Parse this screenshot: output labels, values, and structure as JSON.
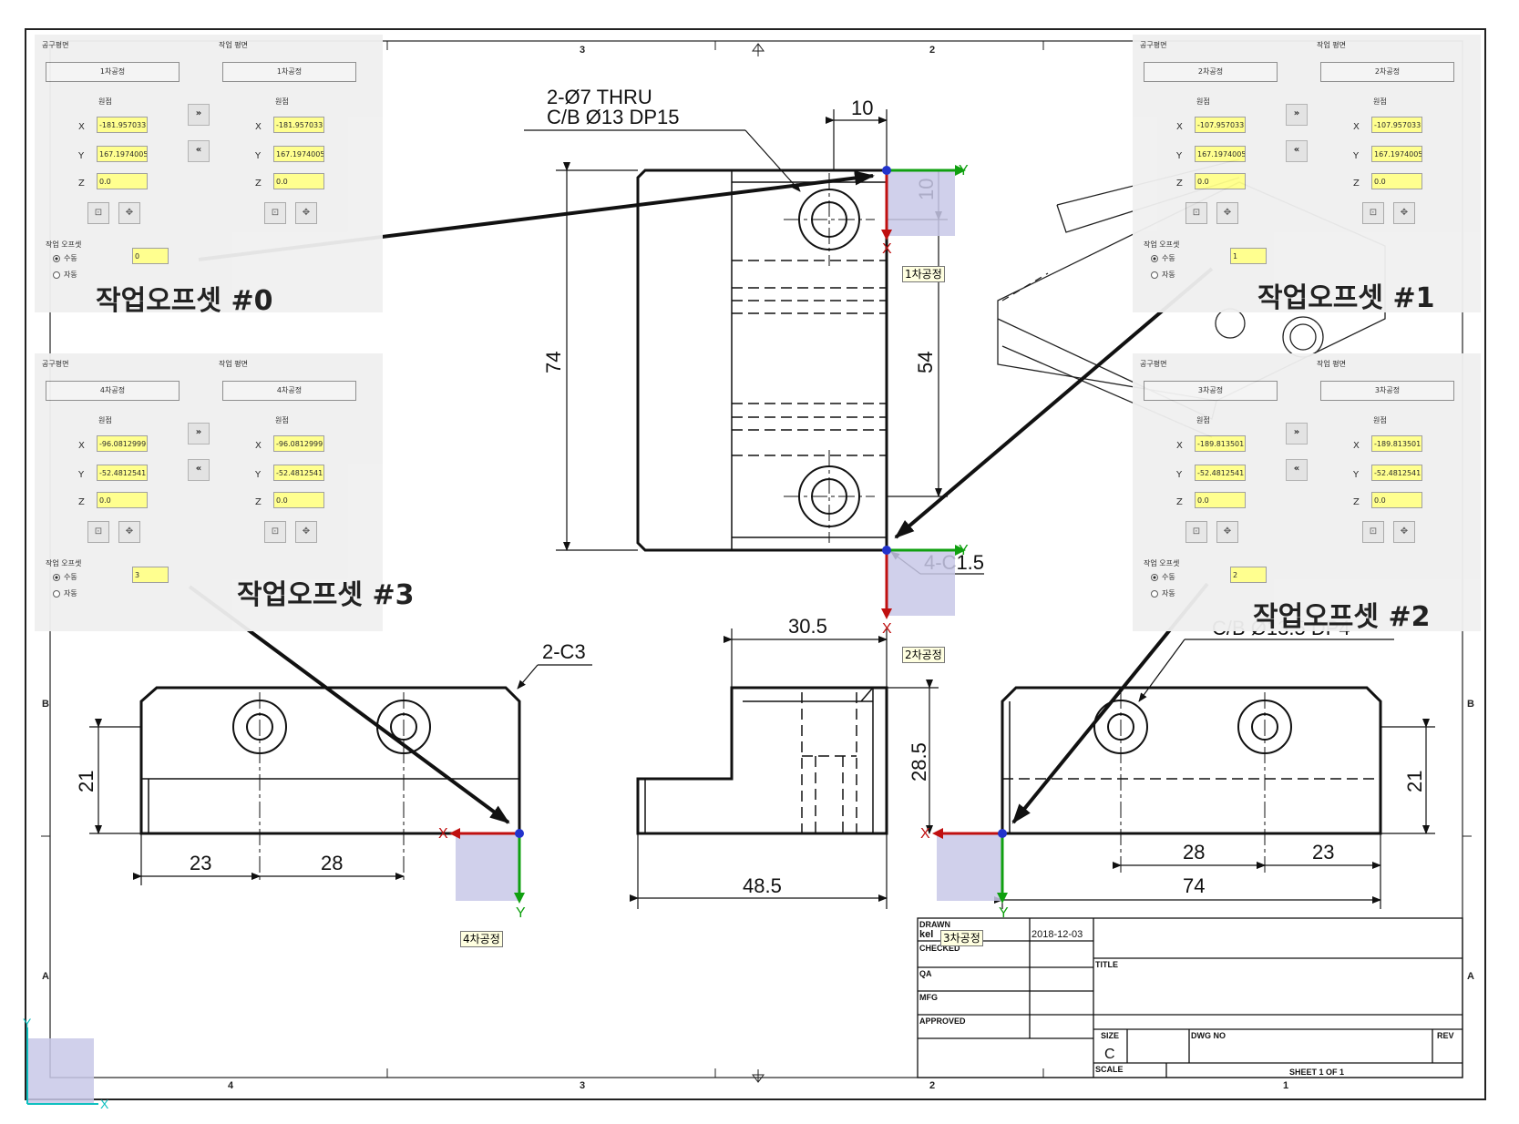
{
  "drawing": {
    "zone_numbers": {
      "top": [
        "3",
        "2"
      ],
      "bottom": [
        "4",
        "3",
        "2",
        "1"
      ]
    },
    "zone_letters": [
      "B",
      "A"
    ],
    "hole_callout": [
      "2-Ø7  THRU",
      "C/B  Ø13  DP15"
    ],
    "hole_callout_side": "C/B  Ø13.5  DP4",
    "dims": {
      "top_width": "10",
      "top_corner": "10",
      "height": "74",
      "hole_pitch": "54",
      "chamfer_corner": "4-C1.5",
      "front_chamfer": "2-C3",
      "front_height": "21",
      "front_left": "23",
      "front_mid": "28",
      "side_top": "30.5",
      "side_height": "28.5",
      "side_width": "48.5",
      "right_height": "21",
      "right_mid": "28",
      "right_end": "23",
      "right_total": "74"
    },
    "axis_x": "X",
    "axis_y": "Y",
    "process_tags": [
      "1차공정",
      "2차공정",
      "3차공정",
      "4차공정"
    ]
  },
  "title_block": {
    "drawn": "DRAWN",
    "drawn_by": "kel",
    "date": "2018-12-03",
    "checked": "CHECKED",
    "qa": "QA",
    "mfg": "MFG",
    "approved": "APPROVED",
    "title": "TITLE",
    "size": "SIZE",
    "size_value": "C",
    "dwg_no": "DWG  NO",
    "rev": "REV",
    "scale": "SCALE",
    "sheet": "SHEET  1    OF  1"
  },
  "panels_common": {
    "tool_plane": "공구평면",
    "work_plane": "작업 평면",
    "origin": "원점",
    "x": "X",
    "y": "Y",
    "z": "Z",
    "offset": "작업 오프셋",
    "manual": "수동",
    "auto": "자동",
    "copy_right": "»",
    "copy_left": "«",
    "btn_a": "⊡",
    "btn_b": "✥"
  },
  "panels": [
    {
      "name": "1차공정",
      "x": "-181.957033",
      "y": "167.1974005",
      "z": "0.0",
      "offset": "0",
      "label": "작업오프셋 #0"
    },
    {
      "name": "2차공정",
      "x": "-107.957033",
      "y": "167.1974005",
      "z": "0.0",
      "offset": "1",
      "label": "작업오프셋 #1"
    },
    {
      "name": "4차공정",
      "x": "-96.0812999",
      "y": "-52.4812541",
      "z": "0.0",
      "offset": "3",
      "label": "작업오프셋 #3"
    },
    {
      "name": "3차공정",
      "x": "-189.813501",
      "y": "-52.4812541",
      "z": "0.0",
      "offset": "2",
      "label": "작업오프셋 #2"
    }
  ]
}
